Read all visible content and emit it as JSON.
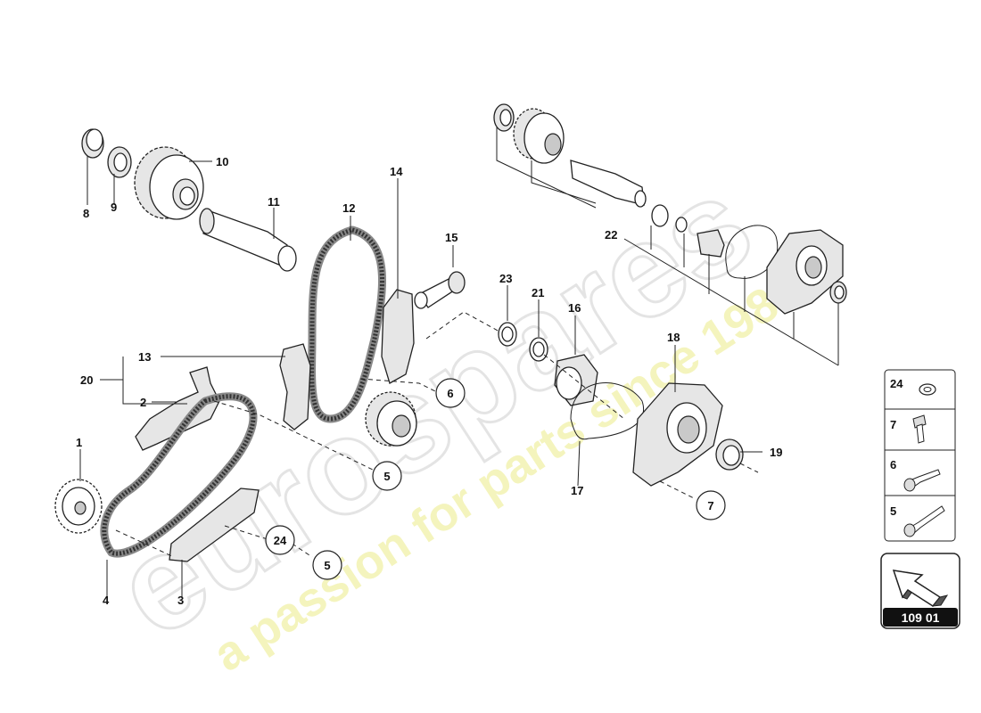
{
  "watermark": {
    "brand": "eurospares",
    "tagline": "a passion for parts since 1985"
  },
  "diagram_id": "109 01",
  "callouts": {
    "c1": "1",
    "c2": "2",
    "c3": "3",
    "c4": "4",
    "c5a": "5",
    "c5b": "5",
    "c6": "6",
    "c7": "7",
    "c8": "8",
    "c9": "9",
    "c10": "10",
    "c11": "11",
    "c12": "12",
    "c13": "13",
    "c14": "14",
    "c15": "15",
    "c16": "16",
    "c17": "17",
    "c18": "18",
    "c19": "19",
    "c20": "20",
    "c21": "21",
    "c22": "22",
    "c23": "23",
    "c24": "24"
  },
  "legend": [
    {
      "label": "24",
      "icon": "washer-icon"
    },
    {
      "label": "7",
      "icon": "flange-bolt-icon"
    },
    {
      "label": "6",
      "icon": "short-bolt-icon"
    },
    {
      "label": "5",
      "icon": "long-bolt-icon"
    }
  ],
  "colors": {
    "watermark_text": "#f3f3b3",
    "watermark_logo": "#e9e9e9",
    "badge": "#111111"
  }
}
